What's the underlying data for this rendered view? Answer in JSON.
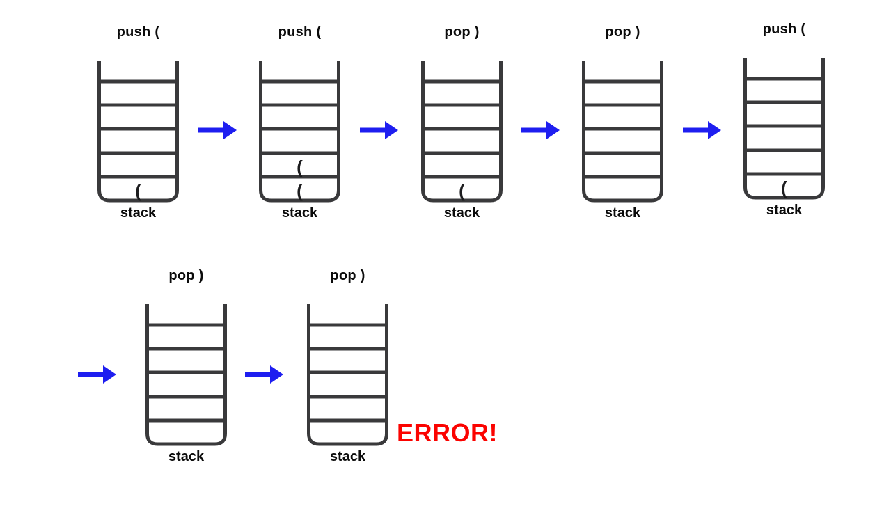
{
  "colors": {
    "stack_line": "#39393b",
    "cell_text": "#1c1c1e",
    "label_text": "#0b0b0b",
    "arrow": "#1e1ef0",
    "error": "#fb0300",
    "background": "#ffffff"
  },
  "error_label": "ERROR!",
  "stacks": [
    {
      "row": 1,
      "operation": "push (",
      "label": "stack",
      "cells": [
        "",
        "",
        "",
        "",
        "("
      ]
    },
    {
      "row": 1,
      "operation": "push (",
      "label": "stack",
      "cells": [
        "",
        "",
        "",
        "(",
        "("
      ]
    },
    {
      "row": 1,
      "operation": "pop )",
      "label": "stack",
      "cells": [
        "",
        "",
        "",
        "",
        "("
      ]
    },
    {
      "row": 1,
      "operation": "pop )",
      "label": "stack",
      "cells": [
        "",
        "",
        "",
        "",
        ""
      ]
    },
    {
      "row": 1,
      "operation": "push (",
      "label": "stack",
      "cells": [
        "",
        "",
        "",
        "",
        "("
      ]
    },
    {
      "row": 2,
      "operation": "pop )",
      "label": "stack",
      "cells": [
        "",
        "",
        "",
        "",
        ""
      ]
    },
    {
      "row": 2,
      "operation": "pop )",
      "label": "stack",
      "cells": [
        "",
        "",
        "",
        "",
        ""
      ]
    }
  ],
  "arrow_count": 6
}
